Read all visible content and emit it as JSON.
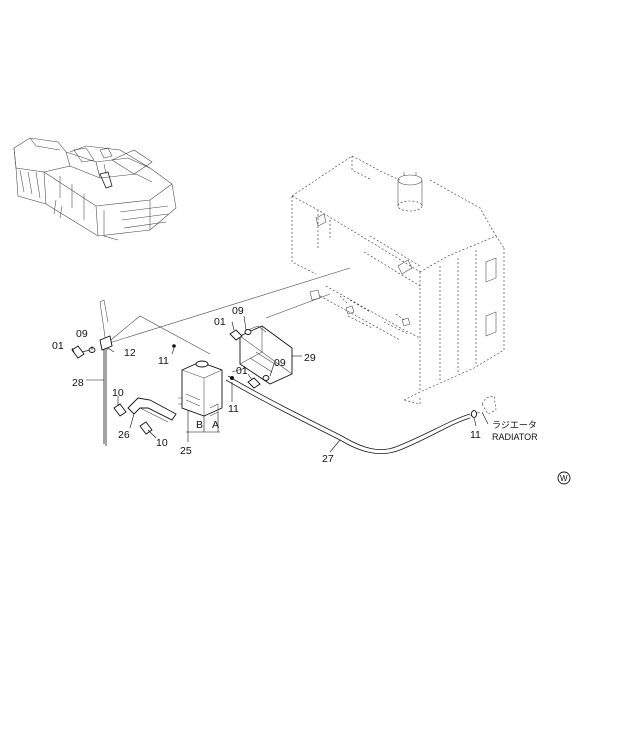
{
  "labels": {
    "p01a": "01",
    "p09a": "09",
    "p12": "12",
    "p28": "28",
    "p11a": "11",
    "p01b": "01",
    "p09b": "09",
    "p29": "29",
    "p01c": "01",
    "p09c": "09",
    "p11b": "11",
    "p10a": "10",
    "p26": "26",
    "p10b": "10",
    "pB": "B",
    "pA": "A",
    "p25": "25",
    "p27": "27",
    "p11c": "11",
    "radiator_jp": "ラジエータ",
    "radiator_en": "RADIATOR",
    "w_mark": "W"
  }
}
